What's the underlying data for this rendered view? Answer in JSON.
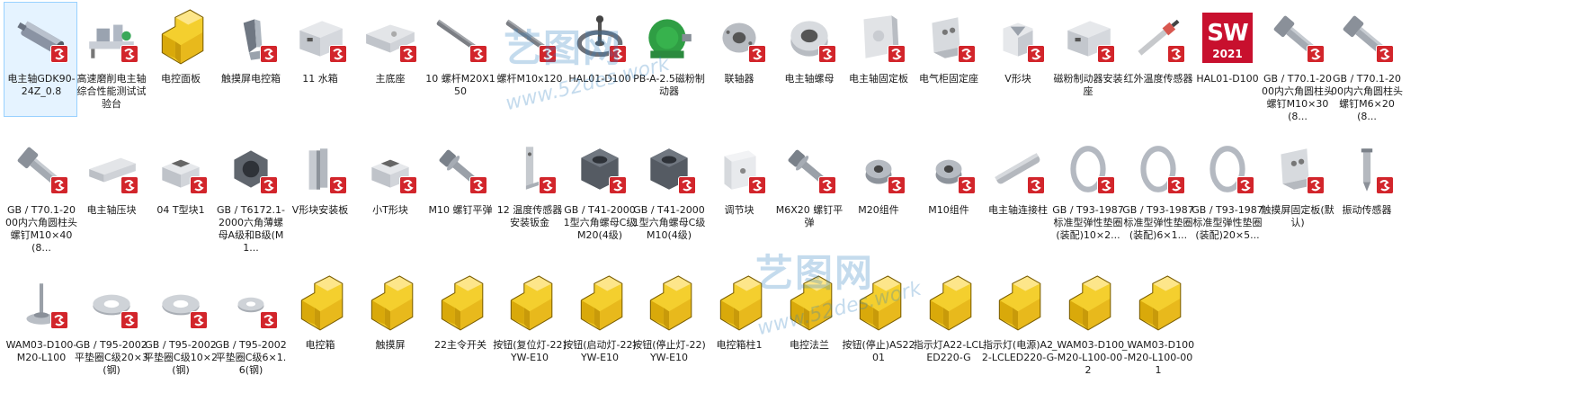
{
  "colors": {
    "badge": "#d2252b",
    "selection_border": "#99d1ff",
    "selection_bg": "#e5f3ff",
    "watermark": "#2f7fc1"
  },
  "watermark": {
    "text": "艺图网",
    "url": "www.52des.work"
  },
  "rows": [
    [
      {
        "label": "电主轴GDK90-24Z_0.8",
        "icon": "cylinder",
        "selected": true
      },
      {
        "label": "高速磨削电主轴综合性能测试试验台",
        "icon": "assembly"
      },
      {
        "label": "电控面板",
        "icon": "yellow-asm",
        "badge": false
      },
      {
        "label": "触摸屏电控箱",
        "icon": "bracket"
      },
      {
        "label": "11 水箱",
        "icon": "box"
      },
      {
        "label": "主底座",
        "icon": "plate"
      },
      {
        "label": "10 螺杆M20X150",
        "icon": "rod"
      },
      {
        "label": "螺杆M10x120",
        "icon": "rod"
      },
      {
        "label": "HAL01-D100",
        "icon": "handwheel"
      },
      {
        "label": "PB-A-2.5磁粉制动器",
        "icon": "green-brake",
        "badge": false
      },
      {
        "label": "联轴器",
        "icon": "coupling"
      },
      {
        "label": "电主轴螺母",
        "icon": "nut-round"
      },
      {
        "label": "电主轴固定板",
        "icon": "plate-v"
      },
      {
        "label": "电气柜固定座",
        "icon": "bracket-l"
      },
      {
        "label": "V形块",
        "icon": "vblock"
      },
      {
        "label": "磁粉制动器安装座",
        "icon": "box"
      },
      {
        "label": "红外温度传感器",
        "icon": "probe"
      },
      {
        "label": "HAL01-D100",
        "icon": "sw-logo",
        "badge": false
      },
      {
        "label": "GB / T70.1-2000内六角圆柱头螺钉M10×30(8...",
        "icon": "bolt"
      },
      {
        "label": "GB / T70.1-2000内六角圆柱头螺钉M6×20(8...",
        "icon": "bolt"
      }
    ],
    [
      {
        "label": "GB / T70.1-2000内六角圆柱头螺钉M10×40(8...",
        "icon": "bolt"
      },
      {
        "label": "电主轴压块",
        "icon": "clamp"
      },
      {
        "label": "04 T型块1",
        "icon": "tblock"
      },
      {
        "label": "GB / T6172.1-2000六角薄螺母A级和B级(M1...",
        "icon": "hexnut"
      },
      {
        "label": "V形块安装板",
        "icon": "bars"
      },
      {
        "label": "小T形块",
        "icon": "tblock"
      },
      {
        "label": "M10 螺钉平弹",
        "icon": "screw"
      },
      {
        "label": "12 温度传感器安装钣金",
        "icon": "sheet"
      },
      {
        "label": "GB / T41-20001型六角螺母C级M20(4级)",
        "icon": "hexnut-big"
      },
      {
        "label": "GB / T41-20001型六角螺母C级M10(4级)",
        "icon": "hexnut-big"
      },
      {
        "label": "调节块",
        "icon": "cube-white"
      },
      {
        "label": "M6X20 螺钉平弹",
        "icon": "screw"
      },
      {
        "label": "M20组件",
        "icon": "nut-small"
      },
      {
        "label": "M10组件",
        "icon": "nut-small"
      },
      {
        "label": "电主轴连接柱",
        "icon": "rod-short"
      },
      {
        "label": "GB / T93-1987标准型弹性垫圈(装配)10×2...",
        "icon": "ring"
      },
      {
        "label": "GB / T93-1987标准型弹性垫圈(装配)6×1...",
        "icon": "ring"
      },
      {
        "label": "GB / T93-1987标准型弹性垫圈(装配)20×5...",
        "icon": "ring"
      },
      {
        "label": "触摸屏固定板(默认)",
        "icon": "bracket-l"
      },
      {
        "label": "振动传感器",
        "icon": "pin"
      }
    ],
    [
      {
        "label": "WAM03-D100-M20-L100",
        "icon": "foot"
      },
      {
        "label": "GB / T95-2002平垫圈C级20×3(钢)",
        "icon": "washer"
      },
      {
        "label": "GB / T95-2002平垫圈C级10×2(钢)",
        "icon": "washer"
      },
      {
        "label": "GB / T95-2002平垫圈C级6×1.6(钢)",
        "icon": "washer-s"
      },
      {
        "label": "电控箱",
        "icon": "yellow-asm",
        "badge": false
      },
      {
        "label": "触摸屏",
        "icon": "yellow-asm",
        "badge": false
      },
      {
        "label": "22主令开关",
        "icon": "yellow-asm",
        "badge": false
      },
      {
        "label": "按钮(复位灯-22)YW-E10",
        "icon": "yellow-asm",
        "badge": false
      },
      {
        "label": "按钮(启动灯-22)YW-E10",
        "icon": "yellow-asm",
        "badge": false
      },
      {
        "label": "按钮(停止灯-22)YW-E10",
        "icon": "yellow-asm",
        "badge": false
      },
      {
        "label": "电控箱柱1",
        "icon": "yellow-asm",
        "badge": false
      },
      {
        "label": "电控法兰",
        "icon": "yellow-asm",
        "badge": false
      },
      {
        "label": "按钮(停止)AS2201",
        "icon": "yellow-asm",
        "badge": false
      },
      {
        "label": "指示灯A22-LCLED220-G",
        "icon": "yellow-asm",
        "badge": false
      },
      {
        "label": "指示灯(电源)A22-LCLED220-G",
        "icon": "yellow-asm",
        "badge": false
      },
      {
        "label": "_WAM03-D100-M20-L100-002",
        "icon": "yellow-asm",
        "badge": false
      },
      {
        "label": "_WAM03-D100-M20-L100-001",
        "icon": "yellow-asm",
        "badge": false
      }
    ]
  ]
}
